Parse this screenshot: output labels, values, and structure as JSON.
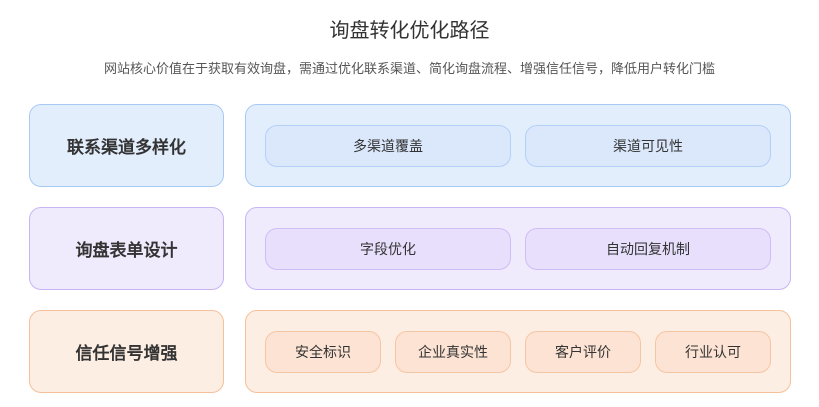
{
  "title": "询盘转化优化路径",
  "subtitle": "网站核心价值在于获取有效询盘，需通过优化联系渠道、简化询盘流程、增强信任信号，降低用户转化门槛",
  "rows": [
    {
      "label": "联系渠道多样化",
      "items": [
        "多渠道覆盖",
        "渠道可见性"
      ]
    },
    {
      "label": "询盘表单设计",
      "items": [
        "字段优化",
        "自动回复机制"
      ]
    },
    {
      "label": "信任信号增强",
      "items": [
        "安全标识",
        "企业真实性",
        "客户评价",
        "行业认可"
      ]
    }
  ]
}
